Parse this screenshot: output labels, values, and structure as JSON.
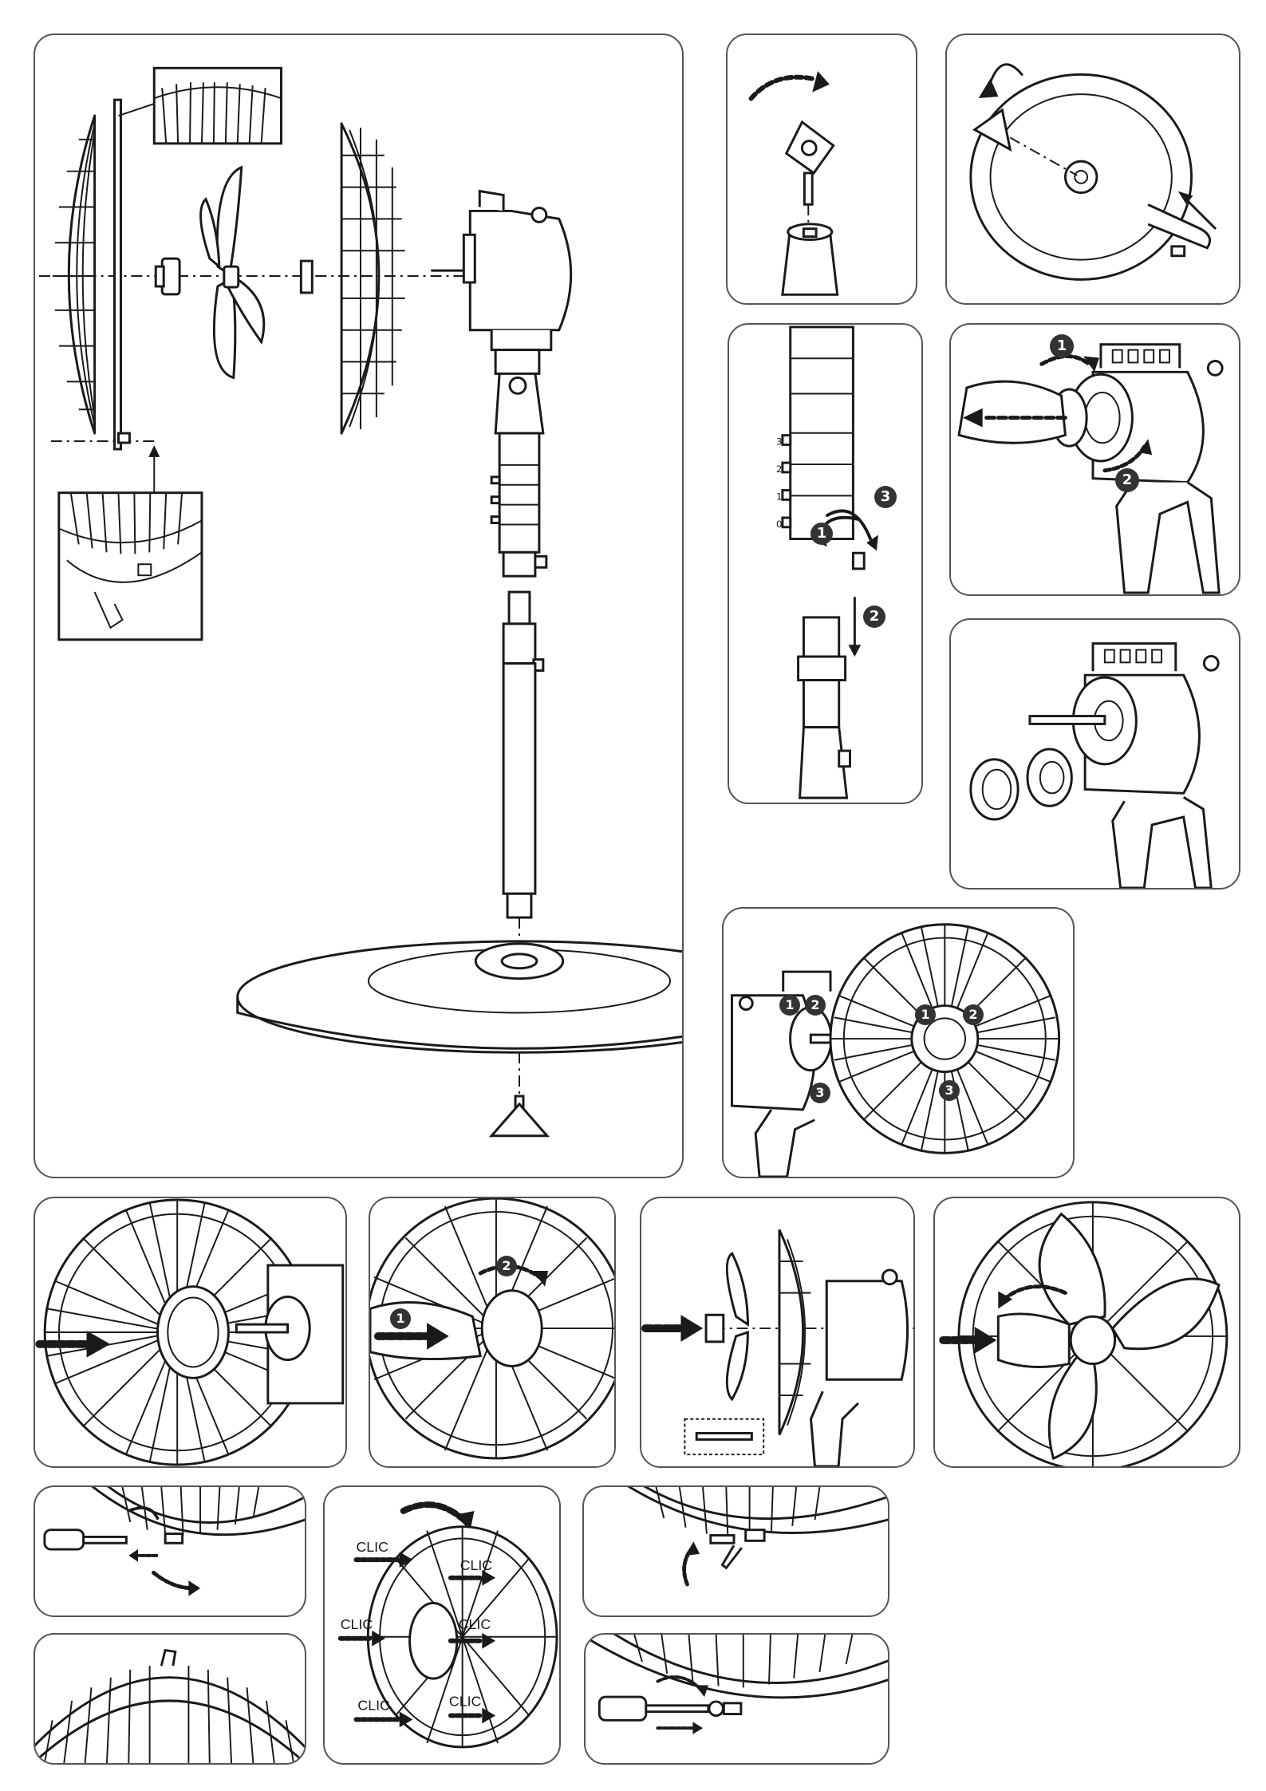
{
  "figure": {
    "stand_scale_labels": [
      "3",
      "2",
      "1",
      "0"
    ],
    "step_numbers": [
      "1",
      "2",
      "3"
    ],
    "clic_label": "CLIC"
  },
  "icons": {
    "rotate_arrow": "curved-arrow-icon",
    "push_arrow": "dashed-arrow-icon",
    "step_badge": "numbered-circle-icon"
  },
  "colors": {
    "line": "#1a1a1a",
    "panel_border": "#555555",
    "background": "#ffffff"
  }
}
